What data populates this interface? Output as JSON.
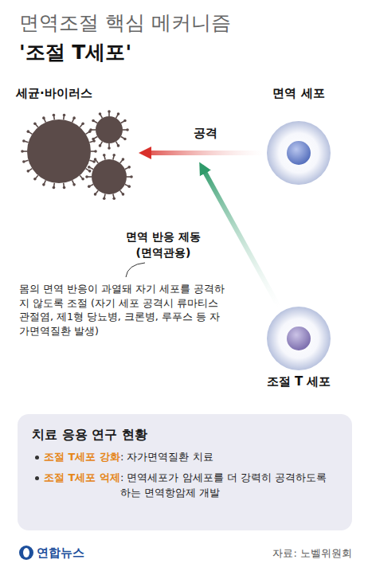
{
  "diagram": {
    "title": "면역조절 핵심 메커니즘",
    "nodes": [
      {
        "text": [
          "세균·바이러스"
        ]
      },
      {
        "text": [
          "면역 세포"
        ]
      },
      {
        "text": [
          "조절 T 세포"
        ]
      },
      {
        "text": [
          "치료 응용 연구 현황",
          "조절 T세포 강화",
          ": 자가면역질환 치료",
          "조절 T세포 억제",
          ": 면역세포가 암세포를 더 강력히 공격하도록 하는 면역항암제 개발"
        ]
      }
    ],
    "edges": [
      {
        "from": 1,
        "to": 0,
        "arrow": "to",
        "label": "공격"
      }
    ],
    "labels": [
      "'조절 T세포'",
      "면역 반응 제동 (면역관용)",
      "몸의 면역 반응이 과열돼 자기 세포를 공격하지 않도록 조절 (자기 세포 공격시 류마티스관절염, 제1형 당뇨병, 크론병, 루푸스 등 자가면역질환 발생)",
      "연합뉴스",
      "자료: 노벨위원회"
    ]
  }
}
